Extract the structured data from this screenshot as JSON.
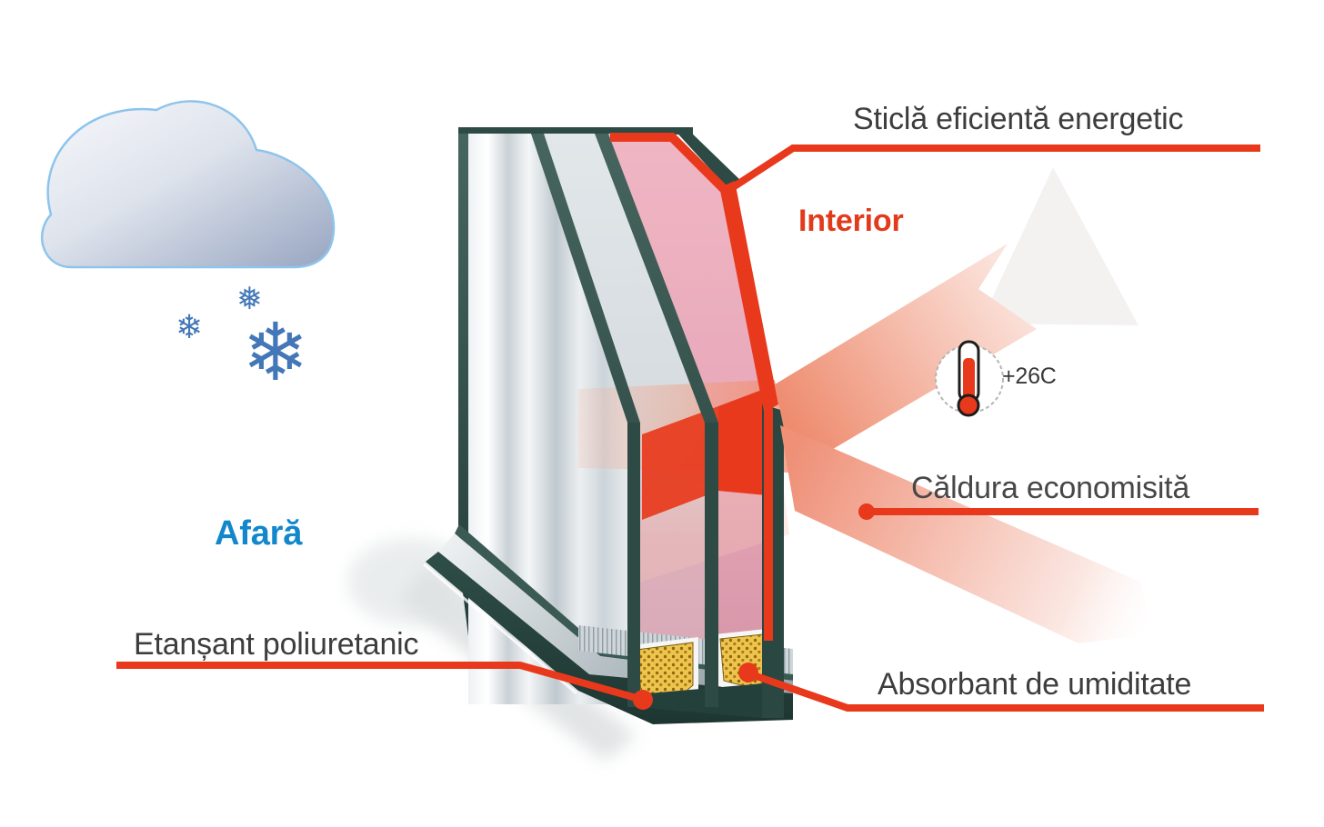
{
  "labels": {
    "glass": "Sticlă eficientă energetic",
    "interior": "Interior",
    "temperature": "+26C",
    "heat": "Căldura economisită",
    "sealant": "Etanșant poliuretanic",
    "desiccant": "Absorbant de umiditate",
    "outside": "Afară"
  },
  "snow": {
    "glyphs": [
      "❅",
      "❄",
      "❄"
    ]
  },
  "icons": {
    "cloud": "cloud-icon",
    "snowflakes": "snowflake-icon",
    "thermometer": "thermometer-icon",
    "heat_arrow_in": "heat-arrow-in",
    "heat_arrow_reflected": "heat-arrow-reflected"
  },
  "colors": {
    "accent_red": "#e8391c",
    "outside_blue": "#1287cc",
    "label_gray": "#3d3d3d",
    "glass_pink": "#e7a7b8",
    "frame_green": "#2d4a45",
    "desiccant_gold": "#eec44d",
    "snow_blue": "#4377b7",
    "cloud_blue_gray": "#97a5c1"
  }
}
